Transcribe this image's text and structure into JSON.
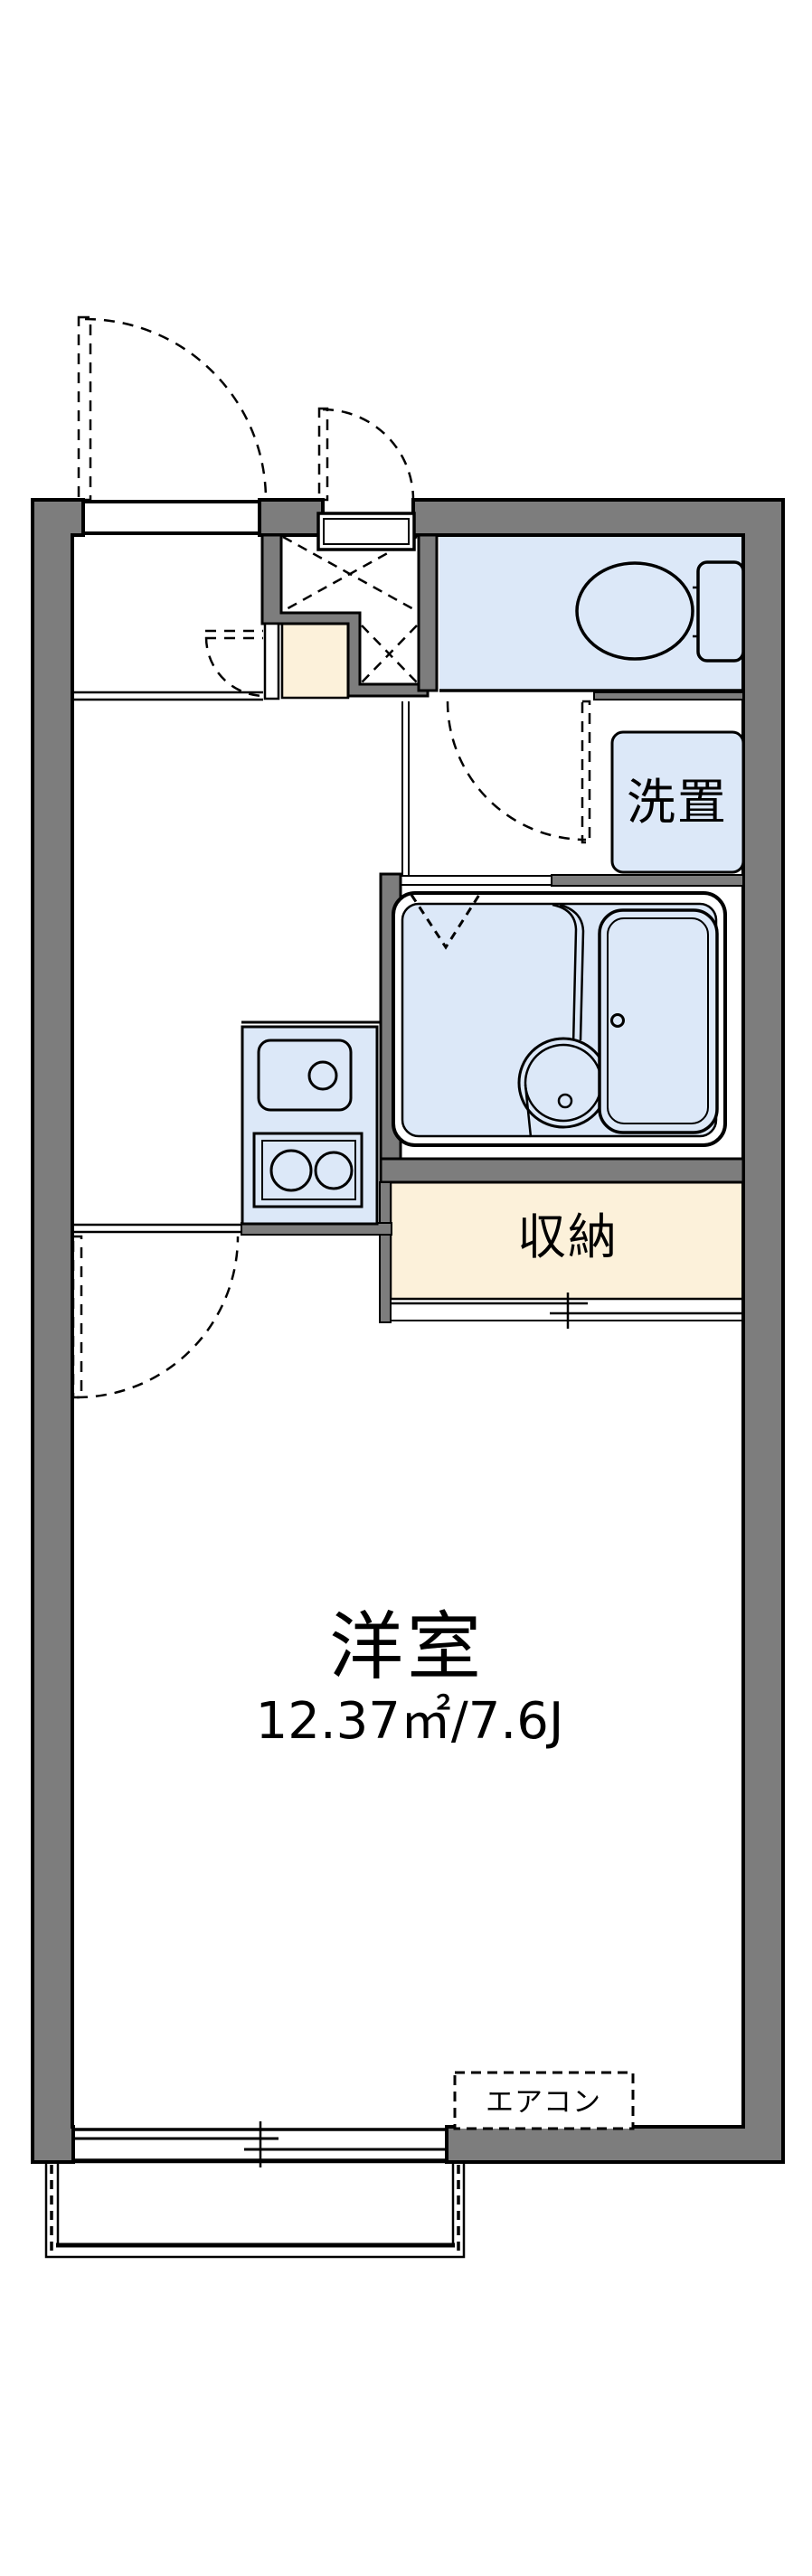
{
  "document": {
    "type": "apartment-floor-plan"
  },
  "colors": {
    "wall_gray": "#7d7d7d",
    "fixture_blue": "#dce8f8",
    "closet_cream": "#fcf1da",
    "line_black": "#000000",
    "background": "#ffffff"
  },
  "labels": {
    "western_room_name": "洋室",
    "western_room_area": "12.37㎡/7.6J",
    "closet": "収納",
    "washer_space": "洗置",
    "air_conditioner": "エアコン"
  }
}
